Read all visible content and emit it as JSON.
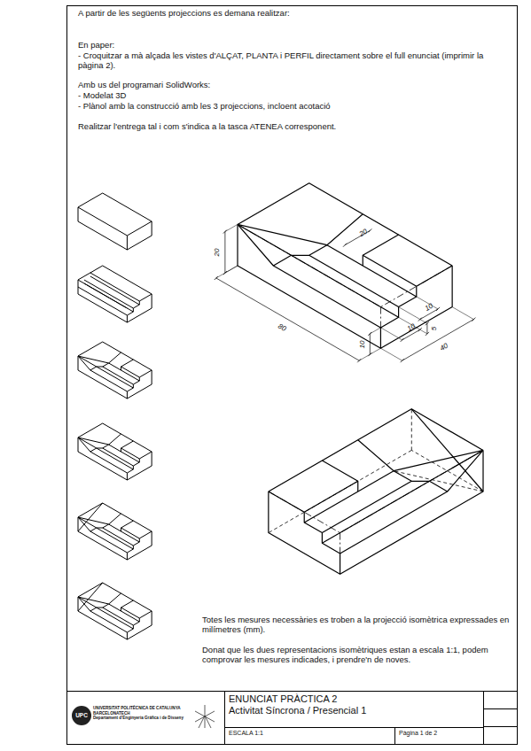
{
  "diagram": {
    "nodes": [
      {
        "text": [
          "UNIVERSITAT POLITÈCNICA DE CATALUNYA BARCELONATECH",
          "Departament d'Enginyeria Gràfica i de Disseny"
        ]
      },
      {
        "text": [
          "ENUNCIAT PRÀCTICA 2",
          "Activitat Síncrona / Presencial 1"
        ]
      },
      {
        "text": [
          "ESCALA 1:1"
        ]
      },
      {
        "text": [
          "Pàgina 1 de 2"
        ]
      }
    ],
    "labels": [
      "A partir de les següents projeccions es demana realitzar:",
      "En paper:",
      "- Croquitzar a mà alçada les vistes d'ALÇAT, PLANTA i PERFIL directament sobre el full enunciat (imprimir la pàgina 2).",
      "Amb us del programari SolidWorks:",
      "- Modelat 3D",
      "- Plànol amb la construcció amb les 3 projeccions, incloent acotació",
      "Realitzar l'entrega tal i com s'indica a la tasca ATENEA corresponent.",
      "20",
      "20",
      "80",
      "10",
      "10",
      "5",
      "40",
      "10",
      "Totes les mesures necessàries es troben a la projecció isomètrica expressades en milímetres (mm).",
      "Donat que les dues representacions isomètriques estan a escala 1:1, podem comprovar les mesures indicades, i prendre'n de noves.",
      "UPC"
    ]
  }
}
